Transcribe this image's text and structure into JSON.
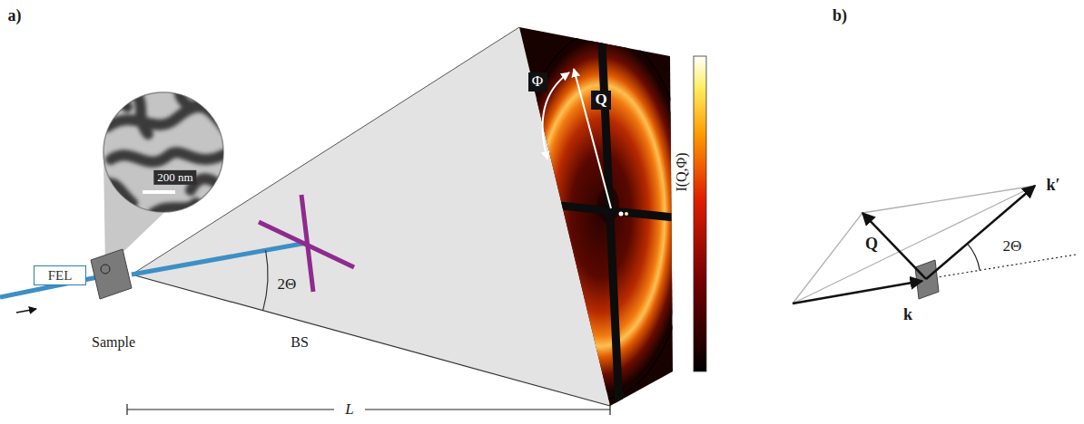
{
  "diagram": {
    "nodes": [
      {
        "text": [
          "FEL"
        ]
      },
      {
        "text": [
          "Φ"
        ]
      },
      {
        "text": [
          "Q"
        ]
      }
    ],
    "labels": [
      "a)",
      "b)",
      "200 nm",
      "Sample",
      "BS",
      "2Θ",
      "L",
      "I(Q,Φ)",
      "Q",
      "k′",
      "k",
      "2Θ"
    ]
  }
}
